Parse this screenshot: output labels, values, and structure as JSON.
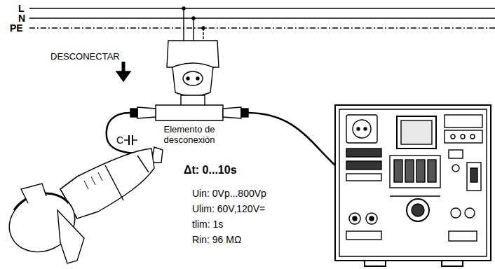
{
  "diagram": {
    "labels": [
      "L",
      "N",
      "PE",
      "DESCONECTAR",
      "Elemento de desconexión",
      "C",
      "Δt: 0...10s",
      "Uin: 0Vp...800Vp",
      "Ulim: 60V,120V=",
      "tlim: 1s",
      "Rin: 96 MΩ"
    ]
  }
}
